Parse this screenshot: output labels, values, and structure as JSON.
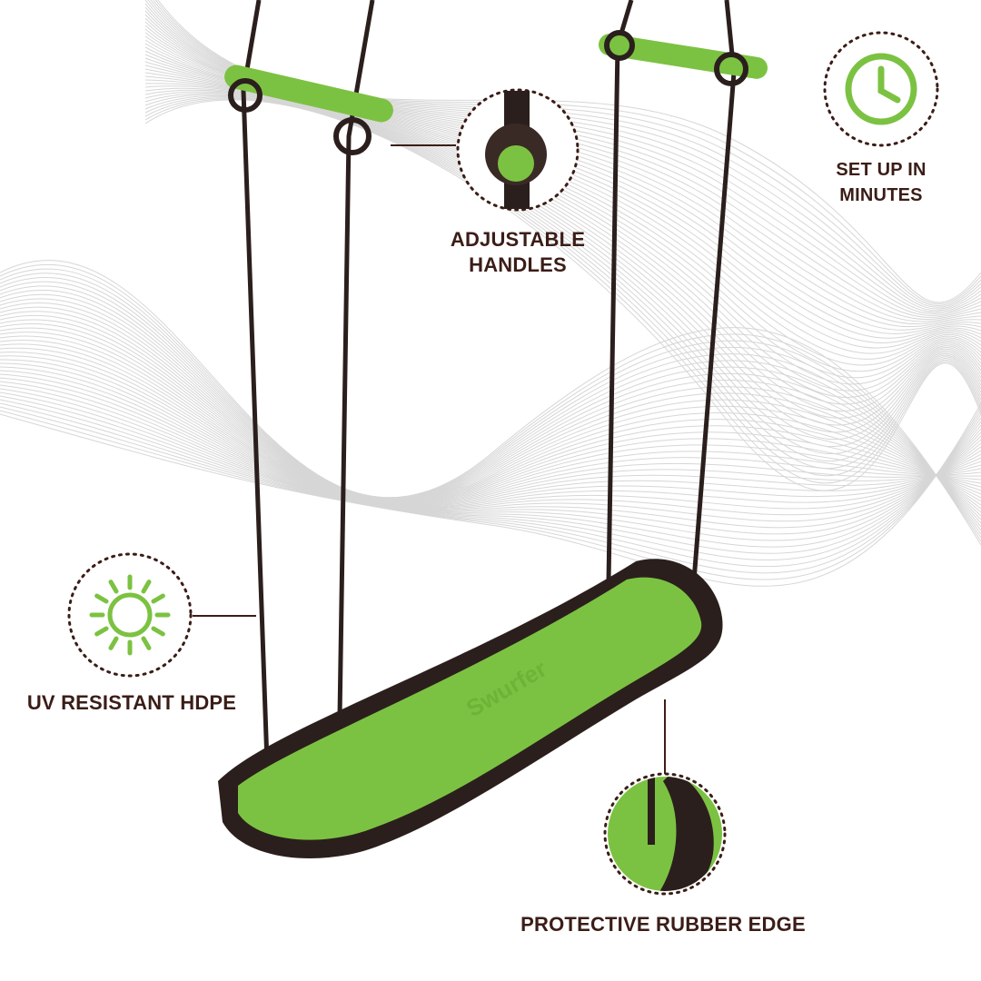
{
  "features": [
    {
      "label_lines": [
        "ADJUSTABLE",
        "HANDLES"
      ],
      "icon": "handle-knot-closeup"
    },
    {
      "label_lines": [
        "SET UP IN",
        "MINUTES"
      ],
      "icon": "clock-icon"
    },
    {
      "label_lines": [
        "UV RESISTANT HDPE"
      ],
      "icon": "sun-icon"
    },
    {
      "label_lines": [
        "PROTECTIVE RUBBER EDGE"
      ],
      "icon": "rubber-edge-closeup"
    }
  ],
  "product": {
    "logo_text": "Swurfer"
  },
  "colors": {
    "green": "#7cc242",
    "dark": "#2b1f1d",
    "text": "#3b1d17",
    "wave": "#cfcfcf"
  }
}
